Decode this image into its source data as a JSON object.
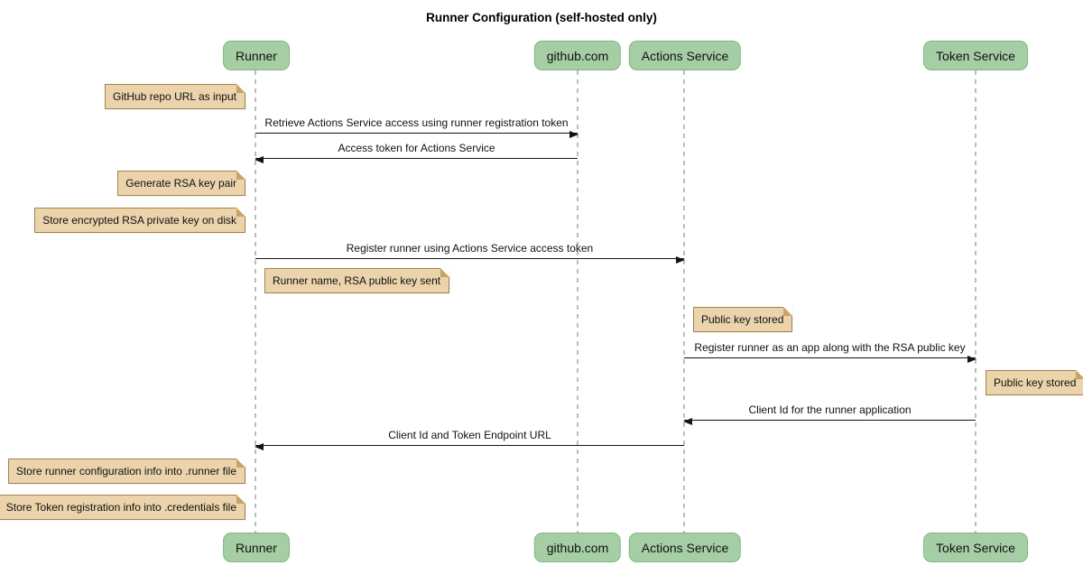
{
  "title": "Runner Configuration (self-hosted only)",
  "diagram_type": "sequence",
  "colors": {
    "background": "#ffffff",
    "participant_fill": "#a5cea5",
    "participant_border": "#81b781",
    "note_fill": "#ebd3ab",
    "note_border": "#a6824b",
    "lifeline": "#bdbdbd",
    "arrow": "#141414"
  },
  "participants": [
    {
      "id": "runner",
      "label": "Runner"
    },
    {
      "id": "github",
      "label": "github.com"
    },
    {
      "id": "actions",
      "label": "Actions Service"
    },
    {
      "id": "token",
      "label": "Token Service"
    }
  ],
  "notes": [
    {
      "text": "GitHub repo URL as input",
      "attached_to": "runner",
      "side": "left"
    },
    {
      "text": "Generate RSA key pair",
      "attached_to": "runner",
      "side": "left"
    },
    {
      "text": "Store encrypted RSA private key on disk",
      "attached_to": "runner",
      "side": "left"
    },
    {
      "text": "Runner name, RSA public key sent",
      "attached_to": "runner",
      "side": "right"
    },
    {
      "text": "Public key stored",
      "attached_to": "actions",
      "side": "right"
    },
    {
      "text": "Public key stored",
      "attached_to": "token",
      "side": "right"
    },
    {
      "text": "Store runner configuration info into .runner file",
      "attached_to": "runner",
      "side": "left"
    },
    {
      "text": "Store Token registration info into .credentials file",
      "attached_to": "runner",
      "side": "left"
    }
  ],
  "messages": [
    {
      "text": "Retrieve Actions Service access using runner registration token",
      "from": "runner",
      "to": "github"
    },
    {
      "text": "Access token for Actions Service",
      "from": "github",
      "to": "runner"
    },
    {
      "text": "Register runner using Actions Service access token",
      "from": "runner",
      "to": "actions"
    },
    {
      "text": "Register runner as an app along with the RSA public key",
      "from": "actions",
      "to": "token"
    },
    {
      "text": "Client Id for the runner application",
      "from": "token",
      "to": "actions"
    },
    {
      "text": "Client Id and Token Endpoint URL",
      "from": "actions",
      "to": "runner"
    }
  ]
}
